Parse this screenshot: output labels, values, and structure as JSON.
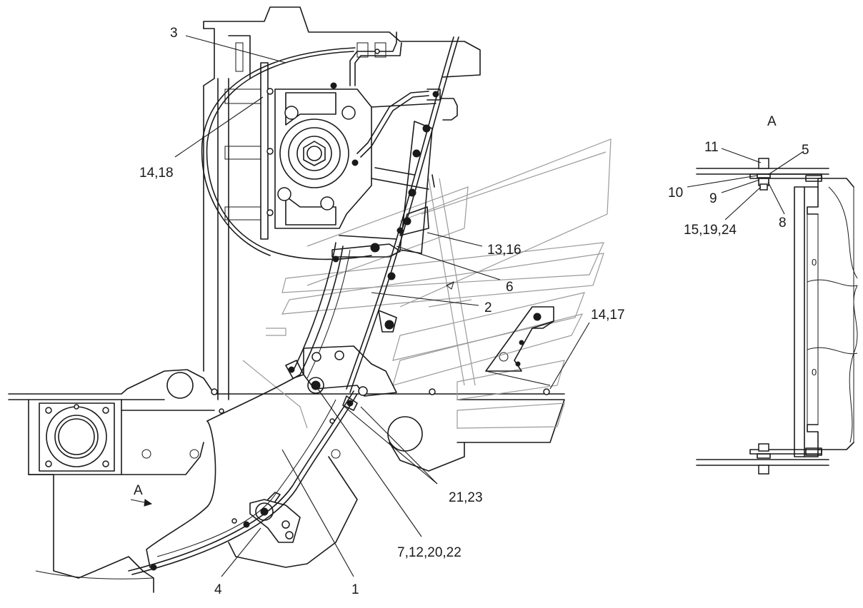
{
  "callouts": {
    "c3": "3",
    "c14_18": "14,18",
    "c13_16": "13,16",
    "c6": "6",
    "c2": "2",
    "c14_17": "14,17",
    "c21_23": "21,23",
    "c7_12_20_22": "7,12,20,22",
    "c1": "1",
    "c4": "4",
    "view_arrow": "A"
  },
  "detail_view": {
    "title": "A",
    "c11": "11",
    "c5": "5",
    "c10": "10",
    "c9": "9",
    "c8": "8",
    "c15_19_24": "15,19,24",
    "mark_top": "0",
    "mark_bottom": "0"
  },
  "colors": {
    "line": "#1a1a1a",
    "background": "#ffffff",
    "hidden_line": "#9a9a9a"
  }
}
